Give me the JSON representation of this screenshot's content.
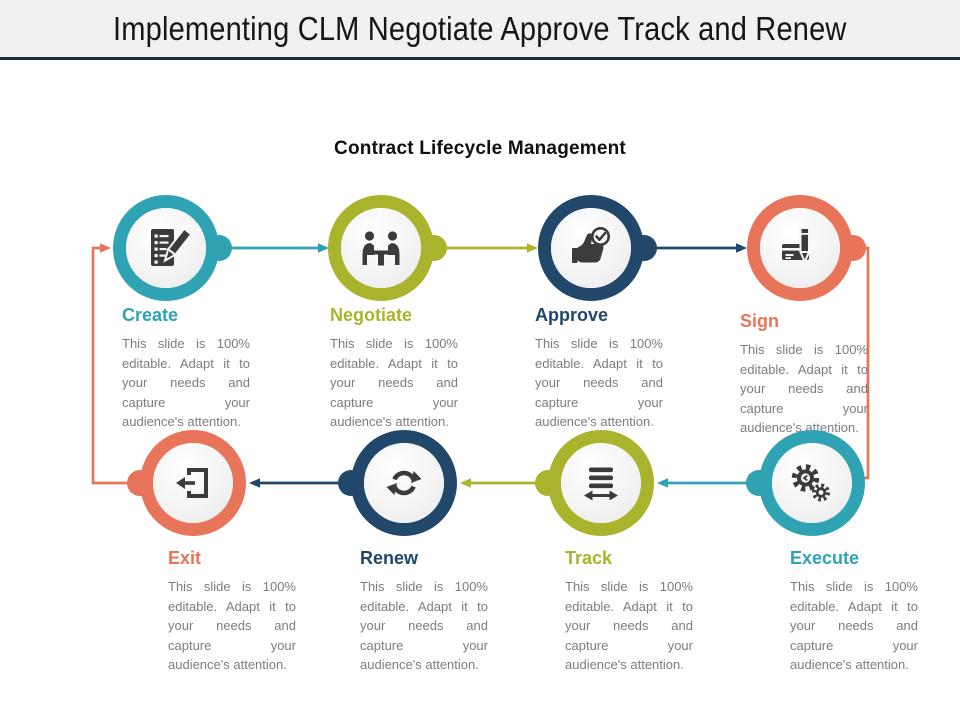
{
  "slide": {
    "title": "Implementing CLM Negotiate Approve Track and Renew",
    "subtitle": "Contract Lifecycle Management"
  },
  "colors": {
    "title_band_bg": "#f1f1f1",
    "title_rule": "#1c2b39",
    "icon_glyph": "#3b3b3b",
    "icon_paper": "#f6f6f6",
    "teal": "#2fa3b4",
    "olive": "#a9b42c",
    "navy": "#21476b",
    "orange": "#e8745a",
    "body_text": "#7d7d7d"
  },
  "steps": [
    {
      "title": "Create",
      "color": "#2fa3b4",
      "icon": "document-pencil-icon",
      "description": "This slide is 100% editable. Adapt it to your needs and capture your audience's attention."
    },
    {
      "title": "Negotiate",
      "color": "#a9b42c",
      "icon": "negotiation-table-icon",
      "description": "This slide is 100% editable. Adapt it to your needs and capture your audience's attention."
    },
    {
      "title": "Approve",
      "color": "#21476b",
      "icon": "thumbs-up-check-icon",
      "description": "This slide is 100% editable. Adapt it to your needs and capture your audience's attention."
    },
    {
      "title": "Sign",
      "color": "#e8745a",
      "icon": "signature-pencil-icon",
      "description": "This slide is 100% editable. Adapt it to your needs and capture your audience's attention."
    },
    {
      "title": "Execute",
      "color": "#2fa3b4",
      "icon": "gears-icon",
      "description": "This slide is 100% editable. Adapt it to your needs and capture your audience's attention."
    },
    {
      "title": "Track",
      "color": "#a9b42c",
      "icon": "list-double-arrow-icon",
      "description": "This slide is 100% editable. Adapt it to your needs and capture your audience's attention."
    },
    {
      "title": "Renew",
      "color": "#21476b",
      "icon": "renew-cycle-icon",
      "description": "This slide is 100% editable. Adapt it to your needs and capture your audience's attention."
    },
    {
      "title": "Exit",
      "color": "#e8745a",
      "icon": "exit-door-arrow-icon",
      "description": "This slide is 100% editable. Adapt it to your needs and capture your audience's attention."
    }
  ],
  "connectors": [
    {
      "from": "Create",
      "to": "Negotiate",
      "color": "#2fa3b4"
    },
    {
      "from": "Negotiate",
      "to": "Approve",
      "color": "#a9b42c"
    },
    {
      "from": "Approve",
      "to": "Sign",
      "color": "#21476b"
    },
    {
      "from": "Sign",
      "to": "Execute",
      "color": "#e8745a"
    },
    {
      "from": "Execute",
      "to": "Track",
      "color": "#2fa3b4"
    },
    {
      "from": "Track",
      "to": "Renew",
      "color": "#a9b42c"
    },
    {
      "from": "Renew",
      "to": "Exit",
      "color": "#21476b"
    },
    {
      "from": "Exit",
      "to": "Create",
      "color": "#e8745a"
    }
  ]
}
